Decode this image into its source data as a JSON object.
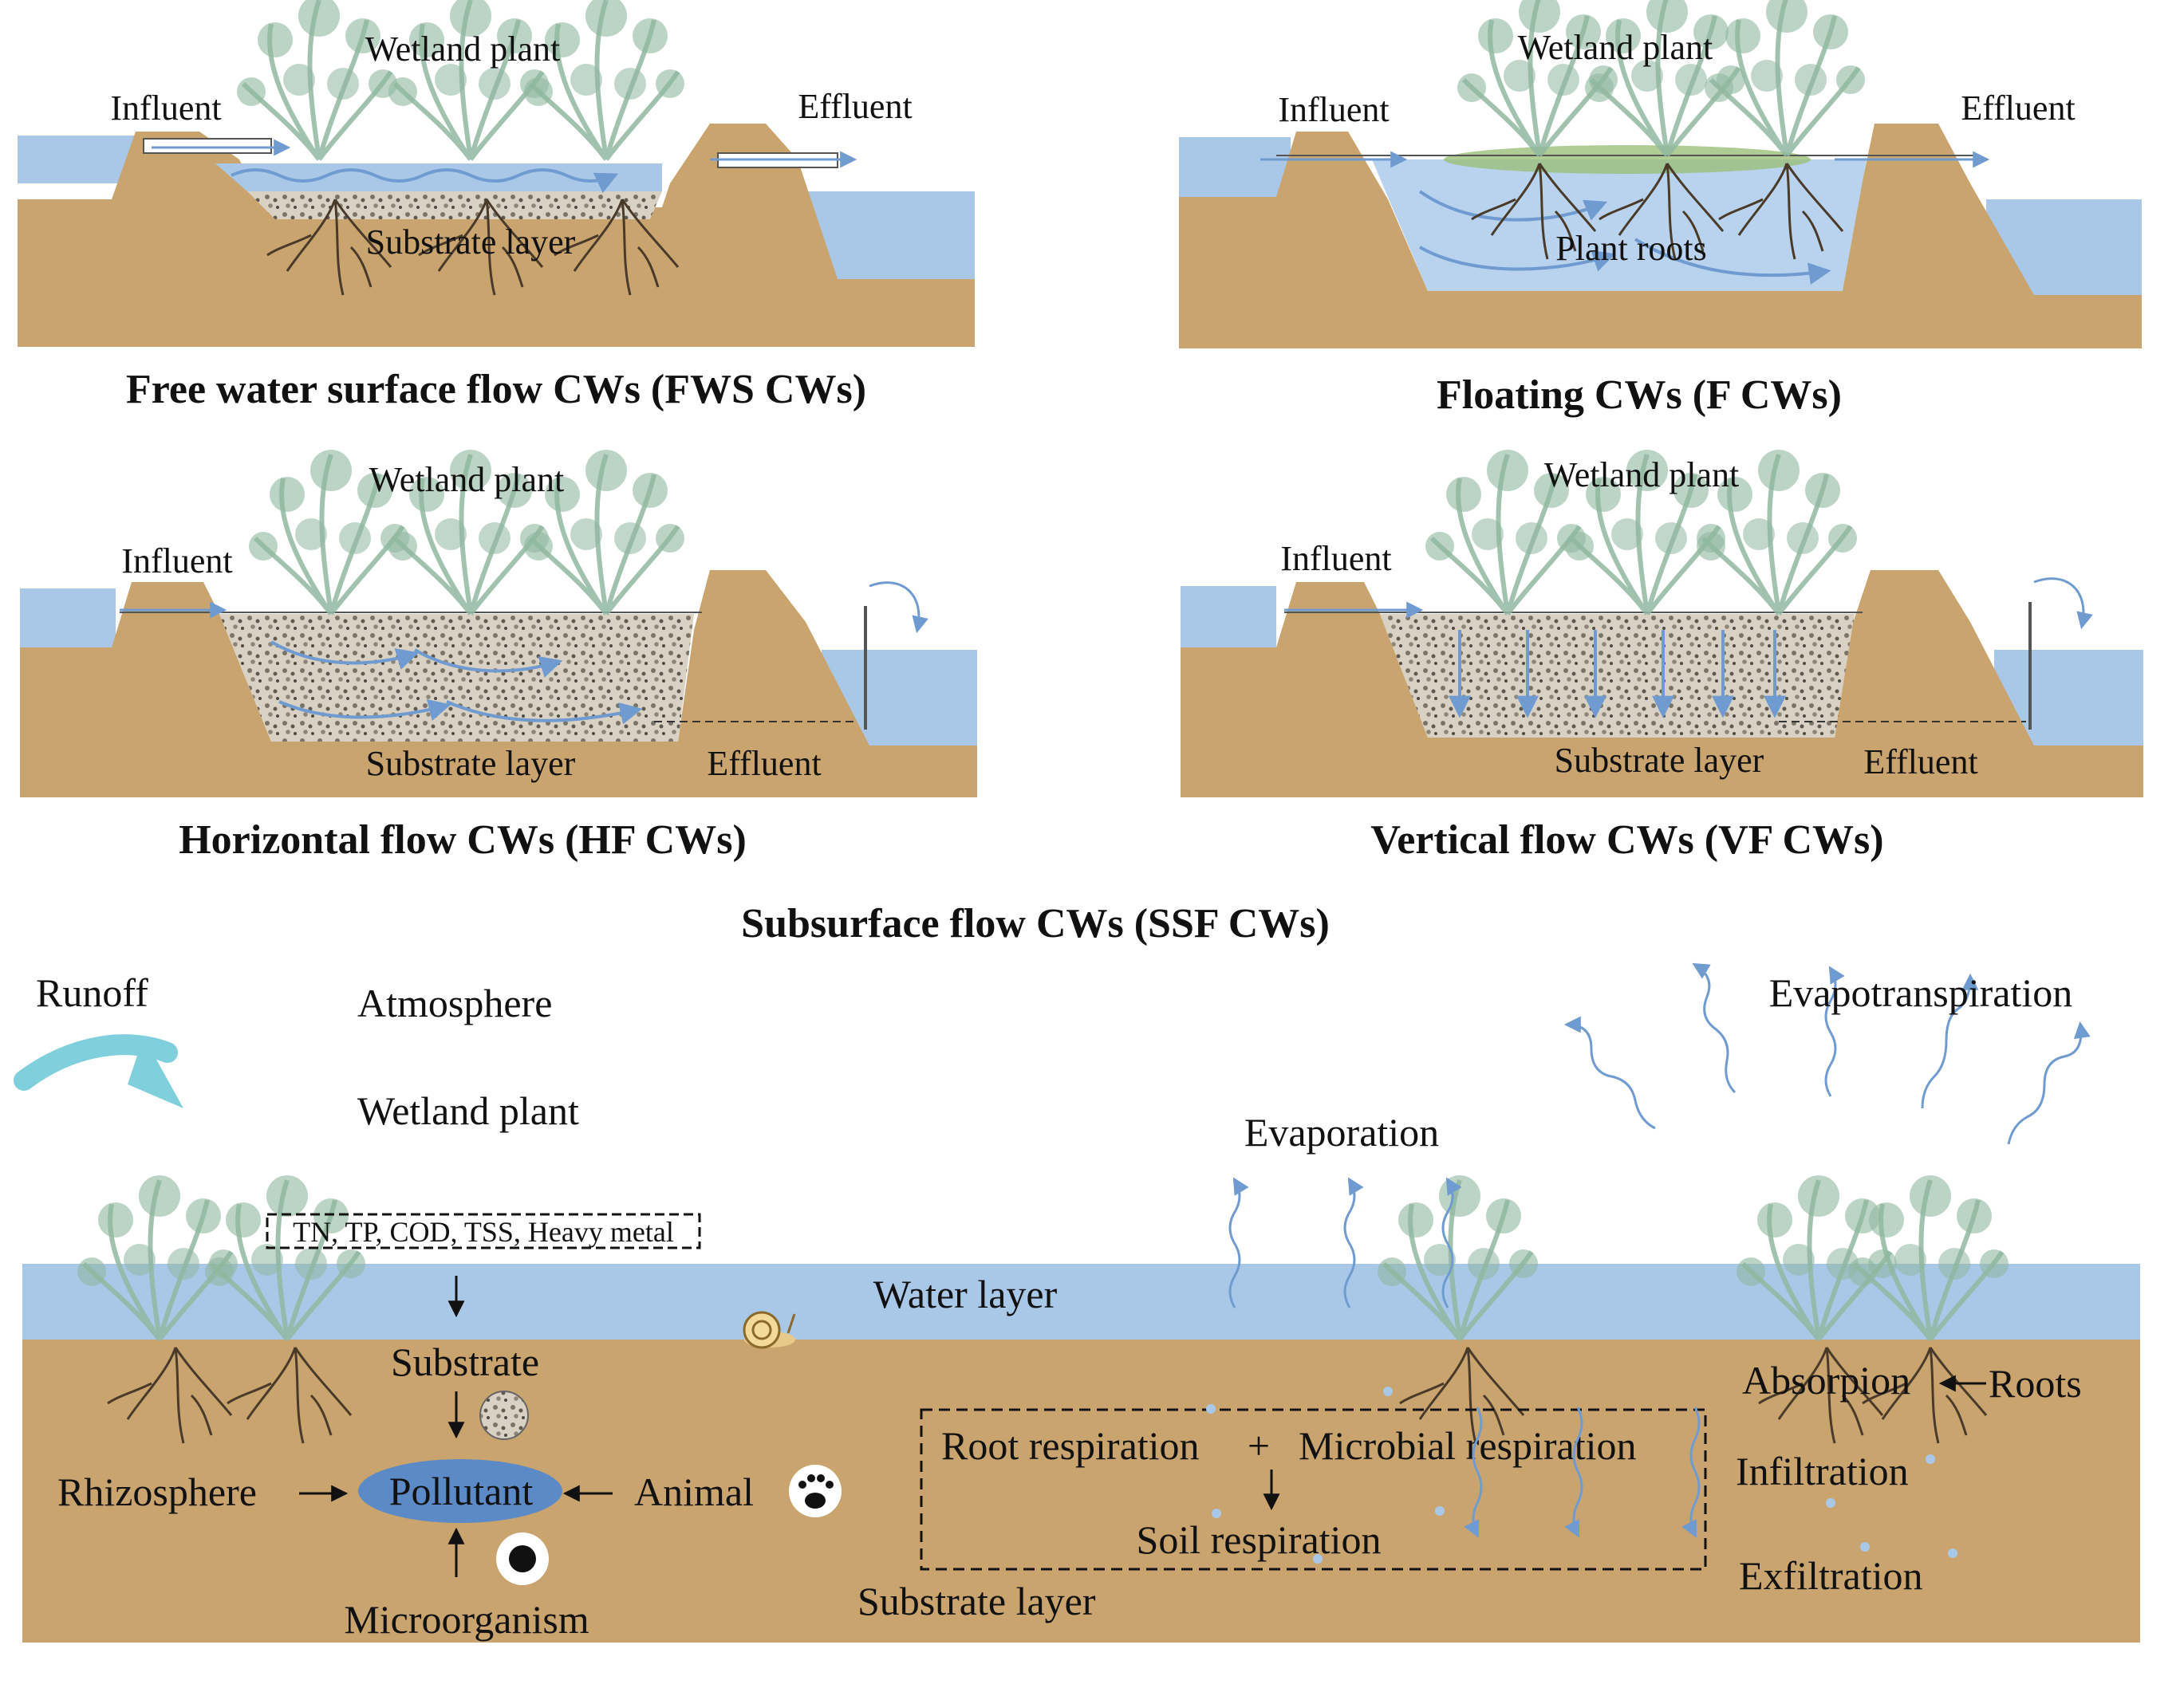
{
  "panels": {
    "fws": {
      "title": "Free water surface flow CWs (FWS CWs)",
      "plant": "Wetland plant",
      "influent": "Influent",
      "effluent": "Effluent",
      "substrate": "Substrate layer"
    },
    "floating": {
      "title": "Floating CWs (F CWs)",
      "plant": "Wetland plant",
      "influent": "Influent",
      "effluent": "Effluent",
      "roots": "Plant roots"
    },
    "hf": {
      "title": "Horizontal flow CWs (HF CWs)",
      "plant": "Wetland plant",
      "influent": "Influent",
      "effluent": "Effluent",
      "substrate": "Substrate layer"
    },
    "vf": {
      "title": "Vertical flow CWs (VF CWs)",
      "plant": "Wetland plant",
      "influent": "Influent",
      "effluent": "Effluent",
      "substrate": "Substrate layer"
    }
  },
  "group_title": "Subsurface flow CWs (SSF CWs)",
  "process": {
    "runoff": "Runoff",
    "atmosphere": "Atmosphere",
    "wetland_plant": "Wetland plant",
    "pollutants_box": "TN, TP, COD, TSS, Heavy metal",
    "water_layer": "Water layer",
    "substrate": "Substrate",
    "pollutant": "Pollutant",
    "rhizosphere": "Rhizosphere",
    "animal": "Animal",
    "microorganism": "Microorganism",
    "root_respiration": "Root respiration",
    "microbial_respiration": "Microbial respiration",
    "plus": "+",
    "soil_respiration": "Soil respiration",
    "substrate_layer": "Substrate layer",
    "evaporation": "Evaporation",
    "evapotranspiration": "Evapotranspiration",
    "absorption": "Absorpion",
    "roots": "Roots",
    "infiltration": "Infiltration",
    "exfiltration": "Exfiltration"
  },
  "colors": {
    "soil": "#c9a46e",
    "water": "#a9c8e8",
    "plant": "#8fb7a0",
    "arrow": "#6f9bd0",
    "pollutant_ellipse": "#5b8ac6",
    "runoff": "#7fd0dc"
  }
}
